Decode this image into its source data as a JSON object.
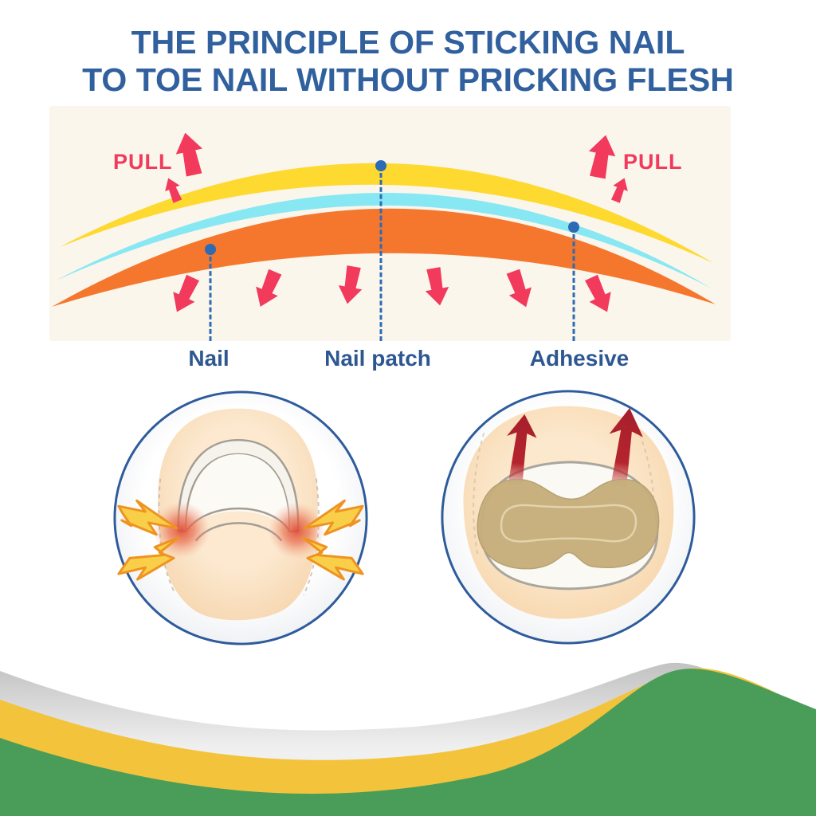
{
  "title": {
    "line1": "THE PRINCIPLE OF STICKING NAIL",
    "line2": "TO TOE NAIL WITHOUT PRICKING FLESH"
  },
  "diagram": {
    "pull_left": "PULL",
    "pull_right": "PULL",
    "labels": {
      "nail": "Nail",
      "nail_patch": "Nail patch",
      "adhesive": "Adhesive"
    },
    "layers": [
      {
        "name": "nail-patch-layer",
        "color": "#fed930"
      },
      {
        "name": "adhesive-layer",
        "color": "#87e8f4"
      },
      {
        "name": "nail-layer",
        "color": "#f5772e"
      }
    ],
    "arrow_color": "#f13a5c",
    "pointer_color": "#2d6bb4"
  },
  "colors": {
    "title_blue": "#31609e",
    "label_blue": "#2e5791",
    "panel_cream": "#faf6ec",
    "circle_border_blue": "#2d5b9b",
    "skin": "#fbe3c4",
    "patch_tan": "#c7ae7c",
    "lift_arrow_red": "#a82230",
    "lightning_yellow": "#f9cf4a",
    "lightning_orange": "#ef9320",
    "wave_gray": "#d8d8d8",
    "wave_yellow": "#f3c33c",
    "wave_green": "#4a9d58"
  },
  "icons": {
    "pull_up_arrow": "up-arrow",
    "press_down_arrow": "down-arrow",
    "pain_flash": "lightning-bolt",
    "lift_arrow": "up-arrow-dark-red",
    "pointer": "dot-with-dashed-line"
  }
}
